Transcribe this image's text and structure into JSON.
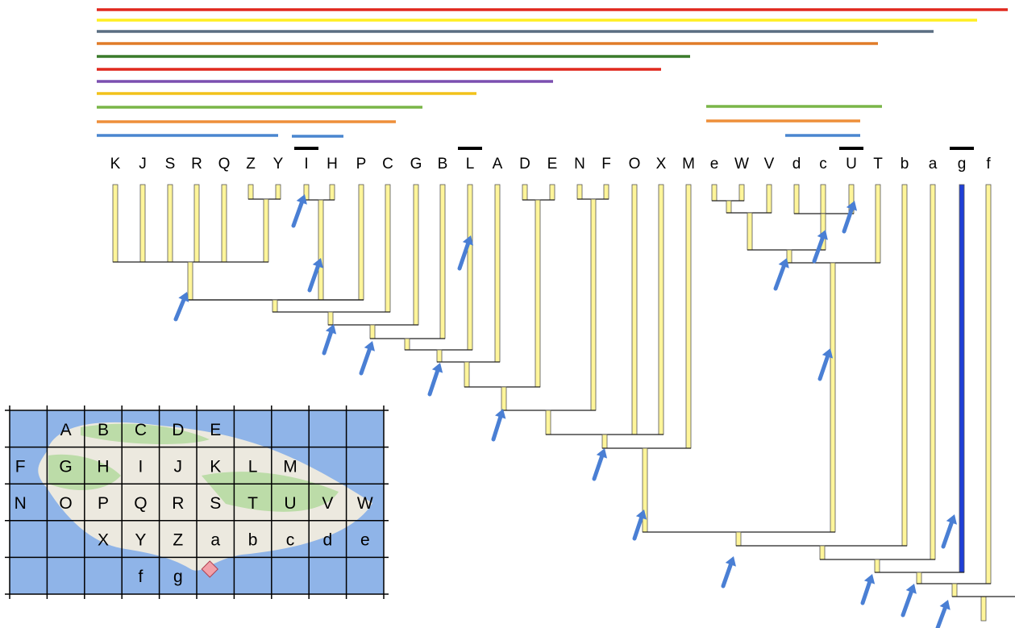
{
  "taxa": [
    "K",
    "J",
    "S",
    "R",
    "Q",
    "Z",
    "Y",
    "I",
    "H",
    "P",
    "C",
    "G",
    "B",
    "L",
    "A",
    "D",
    "E",
    "N",
    "F",
    "O",
    "X",
    "M",
    "e",
    "W",
    "V",
    "d",
    "c",
    "U",
    "T",
    "b",
    "a",
    "g",
    "f"
  ],
  "marked_taxa": [
    "I",
    "L",
    "U",
    "g"
  ],
  "highlighted_taxon": "g",
  "range_bars_colors": {
    "red": "#e0291e",
    "yellow": "#ffee22",
    "slate": "#5a6e82",
    "orange": "#e07b28",
    "dark_green": "#3a7a2a",
    "purple": "#7b4fb0",
    "gold": "#f2c21a",
    "green": "#7ab648",
    "light_orange": "#ee8f3a",
    "blue": "#4a86cf"
  },
  "branch_color": "#fff59a",
  "highlight_branch_color": "#1f3fd6",
  "arrow_color": "#4a7fd4",
  "map": {
    "sea_color": "#8fb4e8",
    "land_color": "#ece9df",
    "veg_color": "#bcdca8",
    "rows": [
      [
        "",
        "A",
        "B",
        "C",
        "D",
        "E",
        "",
        "",
        ""
      ],
      [
        "F",
        "G",
        "H",
        "I",
        "J",
        "K",
        "L",
        "M",
        ""
      ],
      [
        "N",
        "O",
        "P",
        "Q",
        "R",
        "S",
        "T",
        "U",
        "V",
        "W"
      ],
      [
        "",
        "",
        "X",
        "Y",
        "Z",
        "a",
        "b",
        "c",
        "d",
        "e"
      ],
      [
        "",
        "",
        "",
        "f",
        "g",
        "",
        "",
        "",
        "",
        ""
      ]
    ]
  }
}
